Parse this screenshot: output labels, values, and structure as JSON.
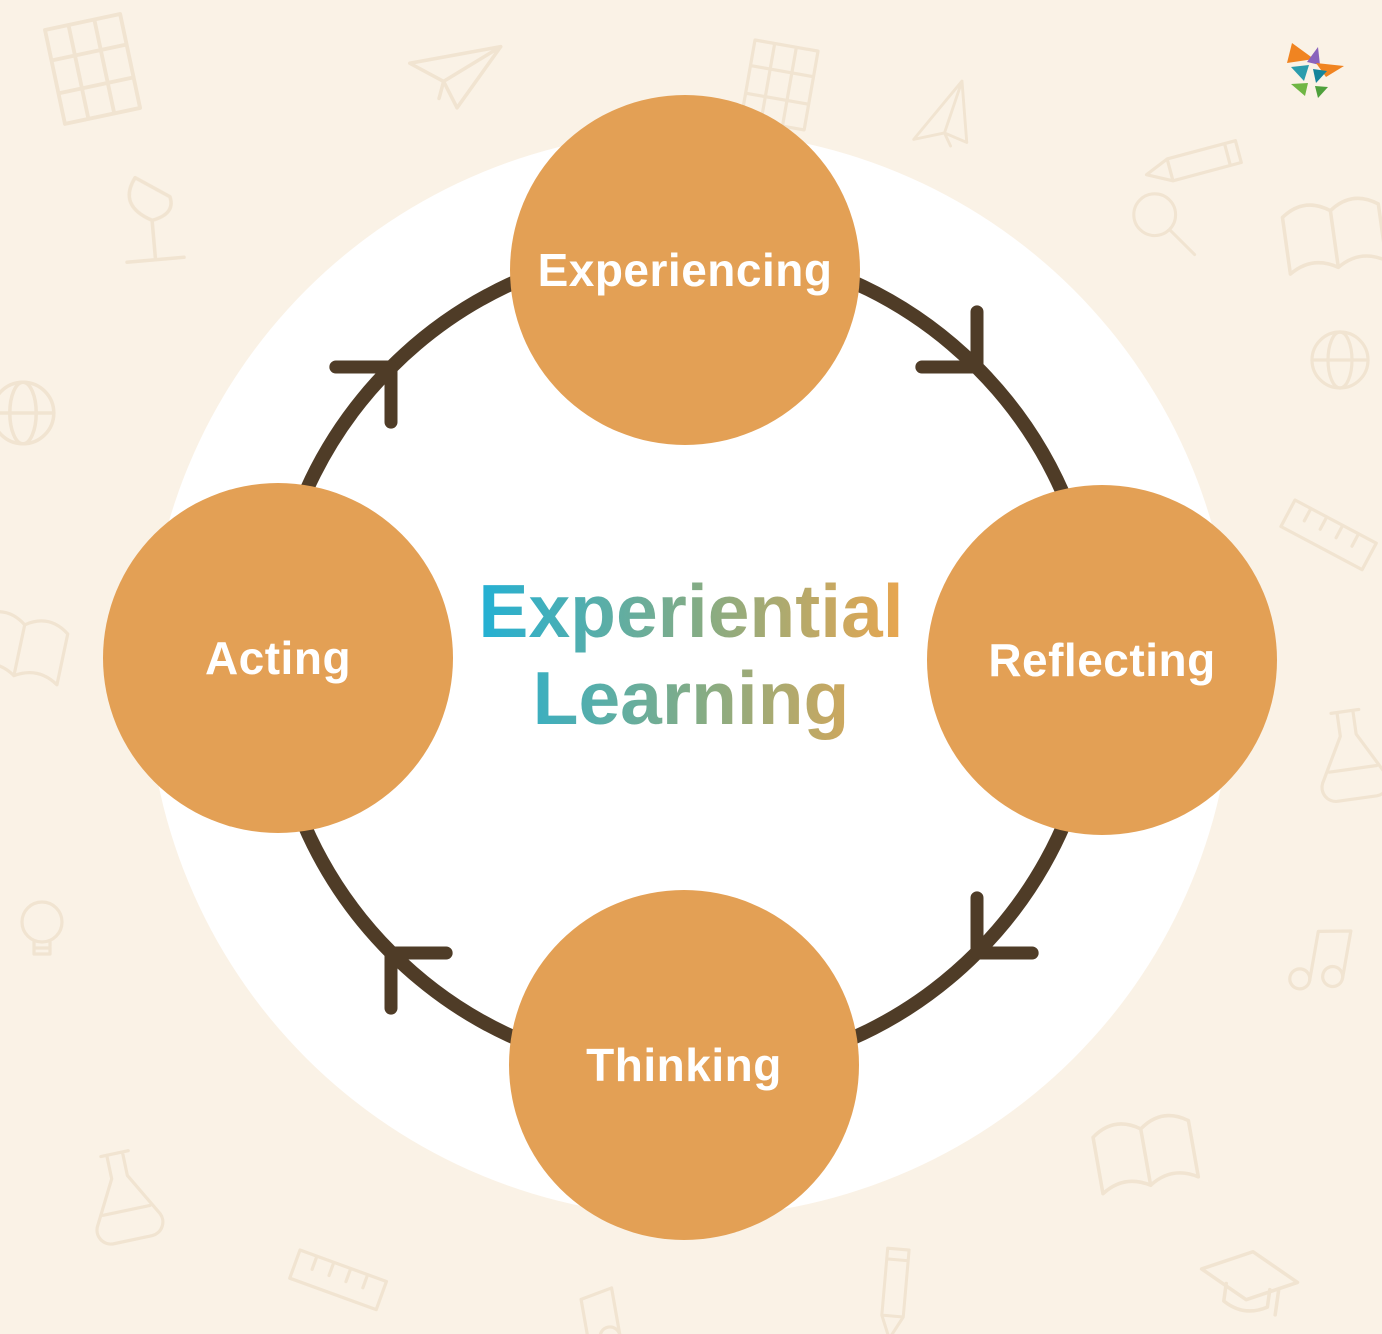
{
  "diagram": {
    "title_line1": "Experiential",
    "title_line2": "Learning",
    "stages": [
      {
        "label": "Experiencing",
        "position": "top"
      },
      {
        "label": "Reflecting",
        "position": "right"
      },
      {
        "label": "Thinking",
        "position": "bottom"
      },
      {
        "label": "Acting",
        "position": "left"
      }
    ],
    "flow_direction": "clockwise",
    "cycle_order": [
      "Experiencing",
      "Reflecting",
      "Thinking",
      "Acting"
    ],
    "arrow_count": 4
  },
  "brand": {
    "logo": "butterfly-logo"
  },
  "colors": {
    "background": "#faf2e6",
    "inner_circle": "#ffffff",
    "stage_circle": "#e3a055",
    "stage_label": "#ffffff",
    "arrow": "#4f3c27",
    "title_gradient_start": "#23b0d4",
    "title_gradient_end": "#e9a64f",
    "logo_orange": "#f08421",
    "logo_purple": "#8a63bd",
    "logo_teal": "#2b9cad",
    "logo_green": "#6fb644"
  }
}
